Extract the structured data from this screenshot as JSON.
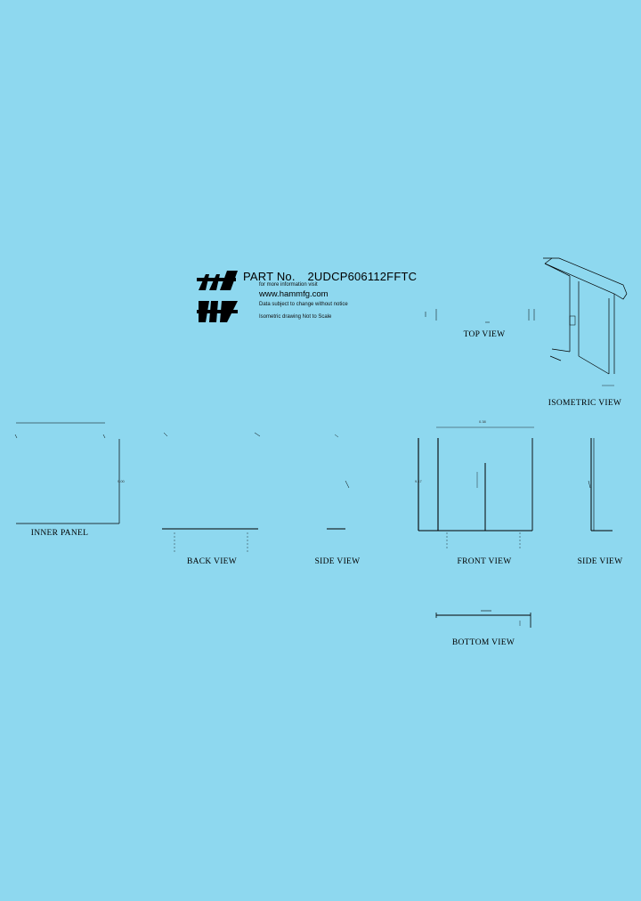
{
  "header": {
    "part_label": "PART No.",
    "part_number": "2UDCP606112FFTC",
    "info_text": "for more information visit",
    "website": "www.hammfg.com",
    "disclaimer": "Data subject to change without notice",
    "scale_note": "Isometric drawing Not to Scale"
  },
  "views": {
    "top": "TOP VIEW",
    "isometric": "ISOMETRIC VIEW",
    "inner_panel": "INNER PANEL",
    "back": "BACK VIEW",
    "side_left": "SIDE VIEW",
    "front": "FRONT VIEW",
    "side_right": "SIDE VIEW",
    "bottom": "BOTTOM VIEW"
  },
  "colors": {
    "background": "#8ed8ef",
    "line": "#000000"
  },
  "icons": {
    "logo": "hammond-hm-logo"
  }
}
